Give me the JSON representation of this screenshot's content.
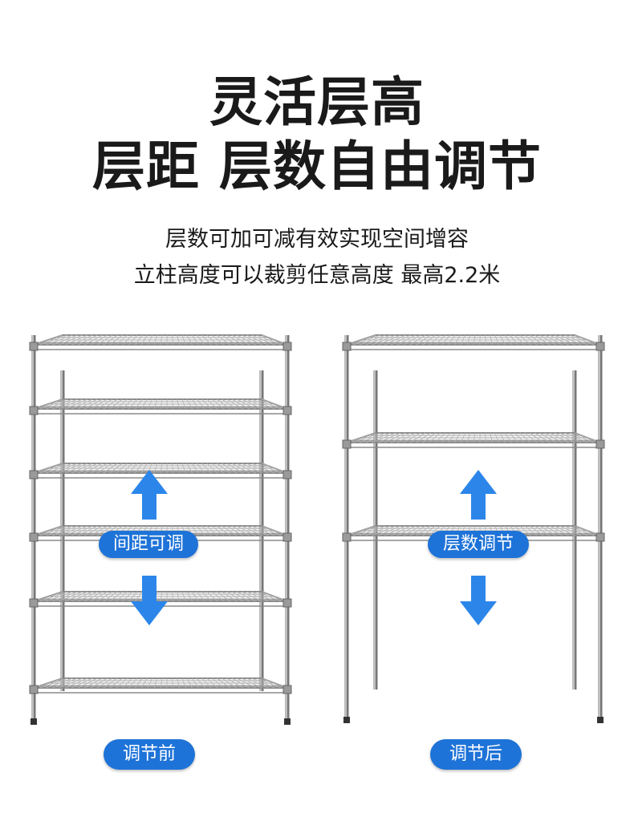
{
  "headline": {
    "line1": "灵活层高",
    "line2": "层距 层数自由调节"
  },
  "subtitle": {
    "line1": "层数可加可减有效实现空间增容",
    "line2": "立柱高度可以裁剪任意高度 最高2.2米"
  },
  "left_panel": {
    "center_label": "间距可调",
    "bottom_label": "调节前",
    "shelf_count": 6
  },
  "right_panel": {
    "center_label": "层数调节",
    "bottom_label": "调节后",
    "shelf_count": 3
  },
  "colors": {
    "accent": "#1e73d8",
    "arrow": "#2c86ea",
    "text": "#1a1a1a",
    "chrome": "#8a8a8a"
  },
  "icons": [
    "arrow-up-icon",
    "arrow-down-icon"
  ]
}
